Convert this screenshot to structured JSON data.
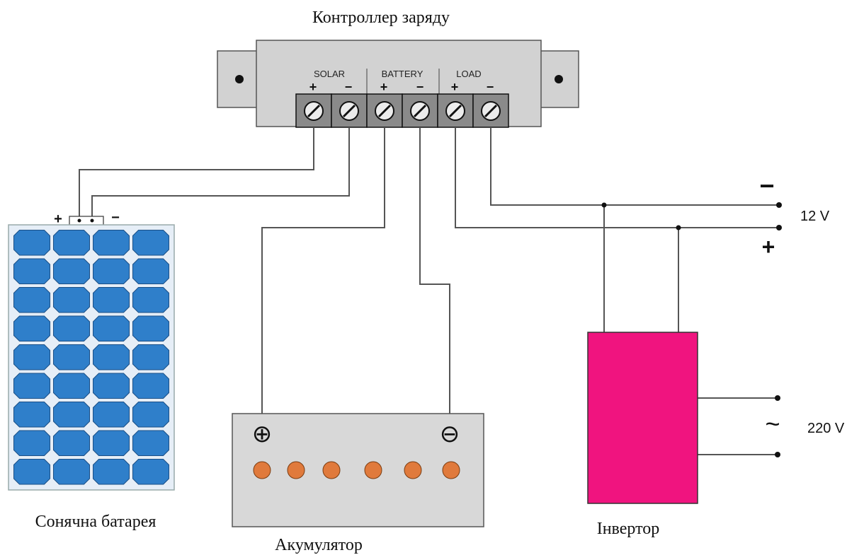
{
  "controller": {
    "title": "Контроллер заряду",
    "groups": [
      {
        "label": "SOLAR",
        "plus": "+",
        "minus": "−"
      },
      {
        "label": "BATTERY",
        "plus": "+",
        "minus": "−"
      },
      {
        "label": "LOAD",
        "plus": "+",
        "minus": "−"
      }
    ]
  },
  "solar_panel": {
    "label": "Сонячна батарея",
    "plus": "+",
    "minus": "−"
  },
  "battery": {
    "label": "Акумулятор",
    "plus_symbol": "⊕",
    "minus_symbol": "⊖"
  },
  "inverter": {
    "label": "Інвертор",
    "color": "#f0147f"
  },
  "dc_output": {
    "minus": "−",
    "plus": "+",
    "voltage": "12 V"
  },
  "ac_output": {
    "symbol": "~",
    "voltage": "220 V"
  },
  "colors": {
    "controller_body": "#d2d2d2",
    "terminal": "#8a8a8a",
    "panel_cell": "#2f7fca",
    "battery_body": "#d8d8d8",
    "battery_cap": "#e07a3c",
    "wire": "#555555"
  }
}
